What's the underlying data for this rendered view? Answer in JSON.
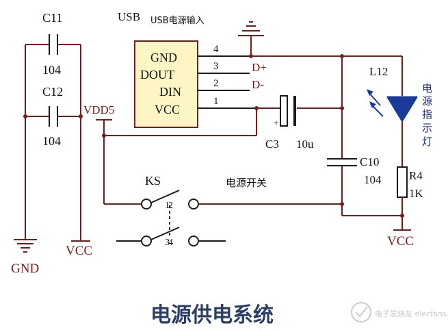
{
  "diagram": {
    "title": "电源供电系统",
    "usb": {
      "name": "USB",
      "subtitle": "USB电源输入",
      "pins": [
        "GND",
        "DOUT",
        "DIN",
        "VCC"
      ],
      "pin_numbers": [
        "4",
        "3",
        "2",
        "1"
      ],
      "data_plus": "D+",
      "data_minus": "D-"
    },
    "caps": {
      "c11": "C11",
      "c11_val": "104",
      "c12": "C12",
      "c12_val": "104",
      "c3": "C3",
      "c3_val": "10u",
      "c10": "C10",
      "c10_val": "104"
    },
    "nets": {
      "vdd5": "VDD5",
      "gnd": "GND",
      "vcc_left": "VCC",
      "vcc_right": "VCC"
    },
    "switch": {
      "name": "KS",
      "label": "电源开关",
      "pin_top": "2",
      "pin_bottom": "4"
    },
    "led": {
      "name": "L12",
      "chars": [
        "电",
        "源",
        "指",
        "示",
        "灯"
      ]
    },
    "resistor": {
      "name": "R4",
      "value": "1K"
    },
    "watermark": "电子发烧友 elecfans.com"
  }
}
